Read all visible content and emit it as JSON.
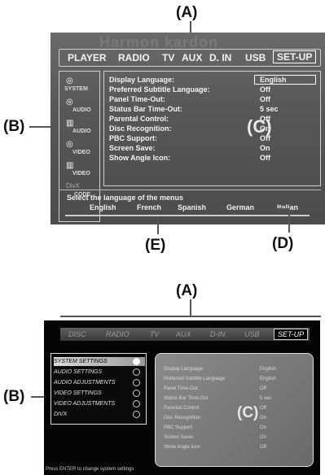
{
  "callouts": {
    "top_a": "(A)",
    "top_b": "(B)",
    "top_c": "(C)",
    "top_d": "(D)",
    "top_e": "(E)",
    "bot_a": "(A)",
    "bot_b": "(B)",
    "bot_c": "(C)"
  },
  "top": {
    "ghost_text": "Harmon kardon",
    "menu": [
      {
        "label": "PLAYER"
      },
      {
        "label": "RADIO"
      },
      {
        "label": "TV"
      },
      {
        "label": "AUX"
      },
      {
        "label": "D. IN"
      },
      {
        "label": "USB"
      },
      {
        "label": "SET-UP",
        "selected": true
      }
    ],
    "sidebar": [
      {
        "label": "SYSTEM",
        "icon": "disc-icon"
      },
      {
        "label": "AUDIO",
        "icon": "disc-icon"
      },
      {
        "label": "AUDIO",
        "icon": "equalizer-icon"
      },
      {
        "label": "VIDEO",
        "icon": "disc-icon"
      },
      {
        "label": "VIDEO",
        "icon": "equalizer-icon"
      },
      {
        "label": "CODE",
        "icon": "divx-icon"
      }
    ],
    "settings": [
      {
        "key": "Display Language:",
        "value": "English",
        "selected": true
      },
      {
        "key": "Preferred Subtitle Language:",
        "value": "Off"
      },
      {
        "key": "Panel Time-Out:",
        "value": "Off"
      },
      {
        "key": "Status Bar Time-Out:",
        "value": "5 sec"
      },
      {
        "key": "Parental Control:",
        "value": "Off"
      },
      {
        "key": "Disc Recognition:",
        "value": "On"
      },
      {
        "key": "PBC Support:",
        "value": "Off"
      },
      {
        "key": "Screen Save:",
        "value": "On"
      },
      {
        "key": "Show Angle Icon:",
        "value": "Off"
      }
    ],
    "help_text": "Select the language of the menus",
    "languages": [
      "English",
      "French",
      "Spanish",
      "German",
      "Italian"
    ]
  },
  "bottom": {
    "menu": [
      {
        "label": "DISC"
      },
      {
        "label": "RADIO"
      },
      {
        "label": "TV"
      },
      {
        "label": "AUX"
      },
      {
        "label": "D-IN"
      },
      {
        "label": "USB"
      },
      {
        "label": "SET-UP",
        "selected": true
      }
    ],
    "sidebar": [
      {
        "label": "SYSTEM SETTINGS",
        "selected": true
      },
      {
        "label": "AUDIO SETTINGS"
      },
      {
        "label": "AUDIO ADJUSTMENTS"
      },
      {
        "label": "VIDEO SETTINGS"
      },
      {
        "label": "VIDEO ADJUSTMENTS"
      },
      {
        "label": "DIVX"
      }
    ],
    "settings": [
      {
        "key": "Display Language",
        "value": "English"
      },
      {
        "key": "Preferred Subtitle Language",
        "value": "English"
      },
      {
        "key": "Panel Time-Out",
        "value": "Off"
      },
      {
        "key": "Status Bar Time-Out",
        "value": "5 sec"
      },
      {
        "key": "Parental Control",
        "value": "Off"
      },
      {
        "key": "Disc Recognition",
        "value": "On"
      },
      {
        "key": "PBC Support",
        "value": "On"
      },
      {
        "key": "Screen Saver",
        "value": "On"
      },
      {
        "key": "Show Angle Icon",
        "value": "Off"
      }
    ],
    "help_text": "Press ENTER to change system settings"
  }
}
